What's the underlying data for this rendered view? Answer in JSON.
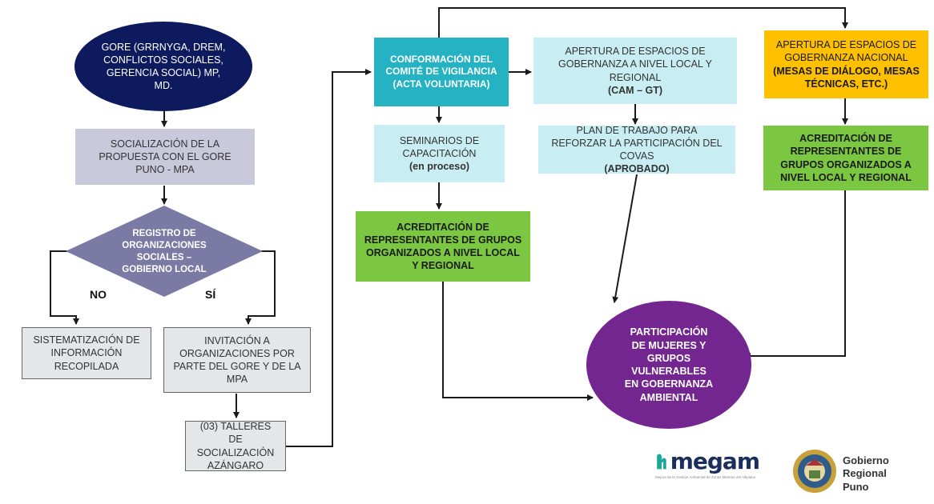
{
  "colors": {
    "navy": "#0d1b5e",
    "lavender": "#c9c9dc",
    "diamond": "#7b7aa5",
    "gray": "#e4e6ea",
    "teal": "#25b3c3",
    "light_cyan": "#c8eef3",
    "green": "#7cc742",
    "yellow": "#ffc000",
    "purple": "#73268f",
    "arrow": "#1a1a1a"
  },
  "nodes": {
    "gore": "GORE (GRRNyGA, DREM, CONFLICTOS SOCIALES, GERENCIA SOCIAL) MP, MD.",
    "socializacion": "SOCIALIZACIÓN DE LA PROPUESTA CON EL GORE PUNO - MPA",
    "registro": "REGISTRO DE ORGANIZACIONES SOCIALES – GOBIERNO LOCAL",
    "sistematizacion": "SISTEMATIZACIÓN DE INFORMACIÓN RECOPILADA",
    "invitacion": "INVITACIÓN A ORGANIZACIONES POR PARTE DEL GORE Y DE LA MPA",
    "talleres": "(03) TALLERES DE SOCIALIZACIÓN AZÁNGARO",
    "comite": "CONFORMACIÓN DEL COMITÉ DE VIGILANCIA (acta voluntaria)",
    "seminarios_main": "SEMINARIOS DE CAPACITACIÓN",
    "seminarios_note": "(en proceso)",
    "acred_local": "ACREDITACIÓN DE REPRESENTANTES DE GRUPOS ORGANIZADOS A NIVEL LOCAL Y REGIONAL",
    "apertura_local_main": "APERTURA DE ESPACIOS DE GOBERNANZA A NIVEL LOCAL Y REGIONAL",
    "apertura_local_note": "(CAM – GT)",
    "plan_main": "PLAN DE TRABAJO PARA REFORZAR LA PARTICIPACIÓN DEL COVAS",
    "plan_note": "(APROBADO)",
    "apertura_nac_main": "APERTURA DE ESPACIOS DE GOBERNANZA NACIONAL",
    "apertura_nac_note": "(MESAS DE DIÁLOGO, MESAS TÉCNICAS, ETC.)",
    "acred_nac": "ACREDITACIÓN DE REPRESENTANTES DE GRUPOS ORGANIZADOS A NIVEL LOCAL Y REGIONAL",
    "participacion": "PARTICIPACIÓN DE MUJERES Y GRUPOS VULNERABLES EN GOBERNANZA AMBIENTAL"
  },
  "branch_labels": {
    "no": "NO",
    "si": "SÍ"
  },
  "logos": {
    "megam": "megam",
    "megam_tagline": "Mejora de la Gestión Ambiental de Zonas Mineras del Altiplano",
    "gobierno": "Gobierno Regional Puno",
    "gobierno_line1": "Gobierno",
    "gobierno_line2": "Regional",
    "gobierno_line3": "Puno"
  }
}
